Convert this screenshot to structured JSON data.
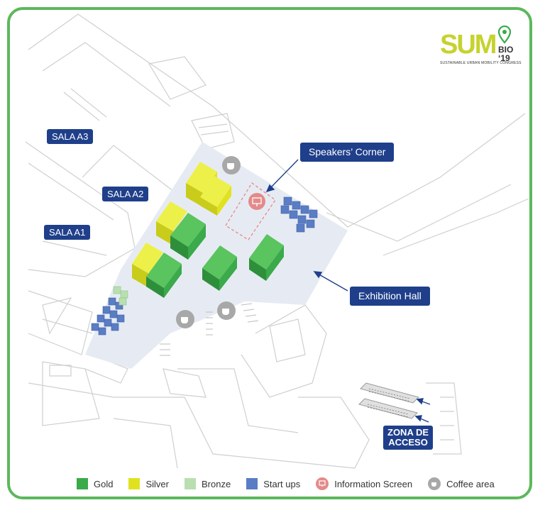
{
  "rooms": {
    "sala_a3": "SALA A3",
    "sala_a2": "SALA A2",
    "sala_a1": "SALA A1"
  },
  "callouts": {
    "speakers_corner": "Speakers’ Corner",
    "exhibition_hall": "Exhibition Hall",
    "zona_line1": "ZONA DE",
    "zona_line2": "ACCESO"
  },
  "logo": {
    "wordmark": "SUM",
    "edition_line1": "BIO",
    "edition_line2": "‘19",
    "subtitle": "SUSTAINABLE URBAN MOBILITY CONGRESS"
  },
  "legend": [
    {
      "key": "gold",
      "label": "Gold",
      "color": "#3aaa4a",
      "icon": "square"
    },
    {
      "key": "silver",
      "label": "Silver",
      "color": "#e0e21f",
      "icon": "square"
    },
    {
      "key": "bronze",
      "label": "Bronze",
      "color": "#b9dfb0",
      "icon": "square"
    },
    {
      "key": "startups",
      "label": "Start ups",
      "color": "#5a7dc4",
      "icon": "square"
    },
    {
      "key": "info",
      "label": "Information Screen",
      "color": "#e48a8a",
      "icon": "screen-icon"
    },
    {
      "key": "coffee",
      "label": "Coffee area",
      "color": "#a8a8a8",
      "icon": "coffee-cup-icon"
    }
  ],
  "colors": {
    "frame": "#5cb85c",
    "tag_bg": "#1f3f8a",
    "hall_fill": "#e6ebf3",
    "line": "#c9c9c9"
  }
}
